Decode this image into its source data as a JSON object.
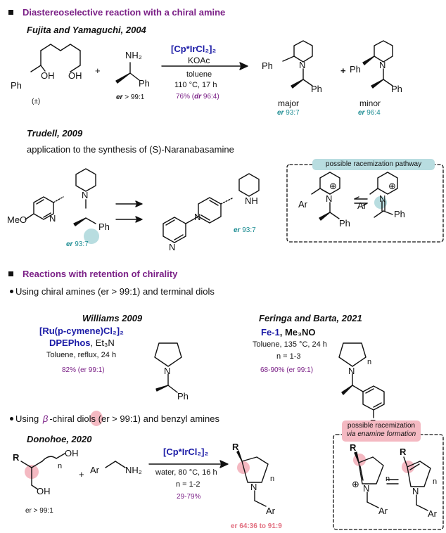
{
  "s1": {
    "heading": "Diastereoselective reaction with a chiral amine",
    "authors": "Fujita and Yamaguchi, 2004",
    "diol_label": "(±)",
    "amine_er_prefix": "er",
    "amine_er_value": "> 99:1",
    "plus": "+",
    "catalyst": "[Cp*IrCl₂]₂",
    "base": "KOAc",
    "solvent": "toluene",
    "conditions": "110 °C, 17 h",
    "yield": "76%",
    "dr_prefix": "dr",
    "dr_value": "96:4",
    "major_label": "major",
    "minor_label": "minor",
    "major_er_prefix": "er",
    "major_er_value": "93:7",
    "minor_er_prefix": "er",
    "minor_er_value": "96:4"
  },
  "s2": {
    "authors": "Trudell, 2009",
    "application": "application to the synthesis of (S)-Naranabasamine",
    "sm_er_prefix": "er",
    "sm_er_value": "93:7",
    "product_er_prefix": "er",
    "product_er_value": "93:7",
    "racemization_label": "possible racemization pathway"
  },
  "s3": {
    "heading": "Reactions with retention of chirality",
    "bullet1": "Using chiral amines (er > 99:1) and terminal diols",
    "williams": {
      "authors": "Williams 2009",
      "catalyst": "[Ru(p-cymene)Cl₂]₂",
      "ligand": "DPEPhos",
      "additive": ", Et₃N",
      "conditions": "Toluene,  reflux, 24 h",
      "yield": "82% (er 99:1)"
    },
    "feringa": {
      "authors": "Feringa and Barta, 2021",
      "catalyst": "Fe-1",
      "oxidant": ", Me₃NO",
      "conditions": "Toluene,  135 °C, 24 h",
      "n_range": "n = 1-3",
      "yield": "68-90% (er 99:1)"
    },
    "bullet2_pre": "Using",
    "bullet2_beta": "β",
    "bullet2_post": "-chiral diols (er > 99:1) and benzyl amines",
    "donohoe": {
      "authors": "Donohoe, 2020",
      "catalyst": "[Cp*IrCl₂]₂",
      "conditions": "water, 80 °C, 16 h",
      "n_range": "n = 1-2",
      "yield": "29-79%",
      "diol_er": "er > 99:1",
      "product_er": "er 64:36  to 91:9",
      "racemization_label_1": "possible racemization",
      "racemization_label_2": "via enamine formation"
    }
  },
  "atoms": {
    "Ph": "Ph",
    "OH": "OH",
    "NH2": "NH₂",
    "N": "N",
    "NH": "NH",
    "Ar": "Ar",
    "R": "R",
    "n": "n",
    "F": "F",
    "MeO": "MeO",
    "plus_charge": "⊕"
  },
  "colors": {
    "heading": "#7a1f86",
    "catalyst": "#1a1aa6",
    "er_teal": "#1b8c92",
    "er_pink": "#e26f80",
    "highlight_teal": "#b8dde0",
    "highlight_pink": "#f4b9c2"
  }
}
